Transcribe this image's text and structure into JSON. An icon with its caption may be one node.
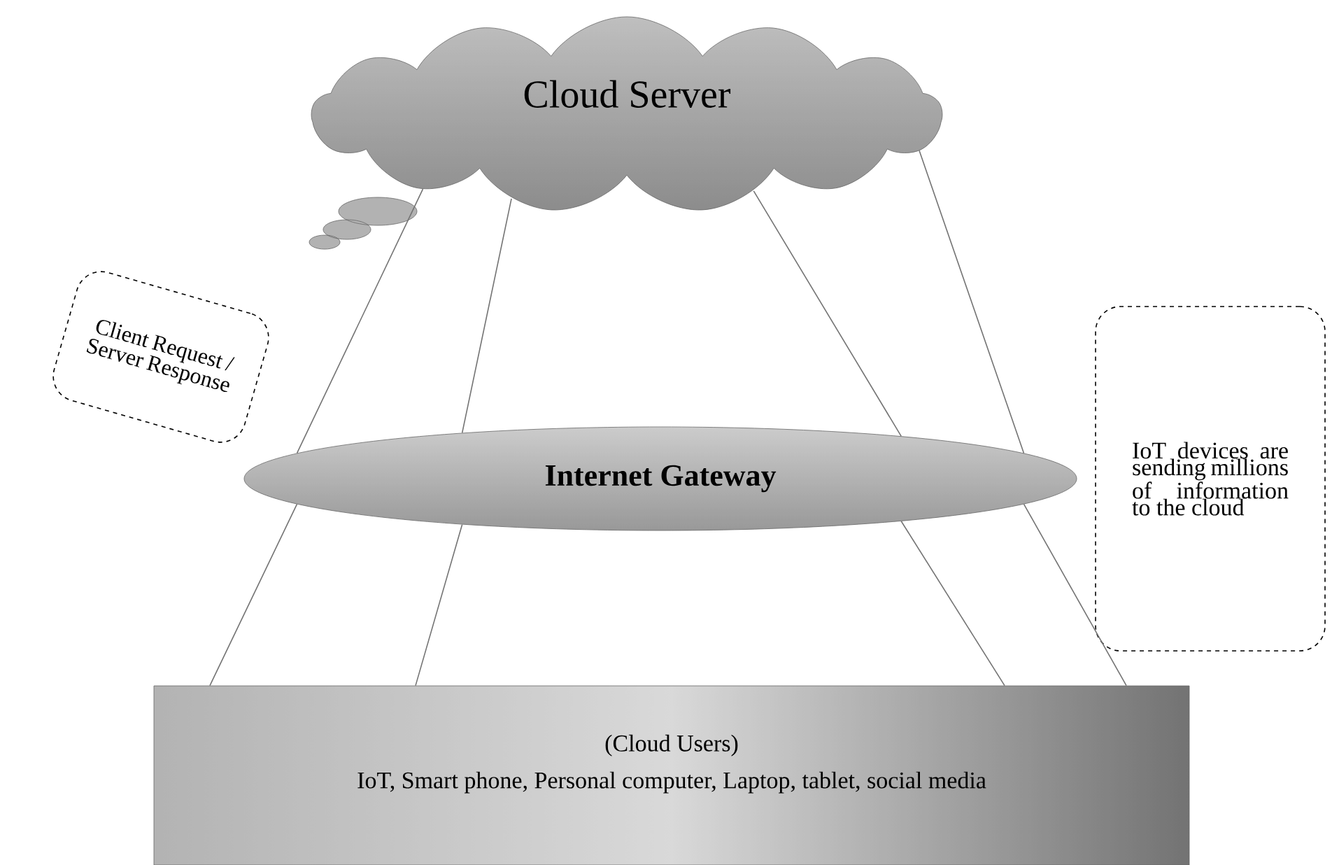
{
  "diagram": {
    "nodes": [
      {
        "text": [
          "Cloud Server"
        ]
      },
      {
        "text": [
          "Client Request / Server Response"
        ]
      },
      {
        "text": [
          "Internet Gateway"
        ]
      },
      {
        "text": [
          "IoT devices are sending millions of information to the cloud"
        ]
      },
      {
        "text": [
          "(Cloud Users)",
          "IoT, Smart phone, Personal computer, Laptop, tablet, social media"
        ]
      }
    ],
    "edges": [
      {
        "from": 0,
        "to": 2,
        "arrow": "none"
      },
      {
        "from": 0,
        "to": 2,
        "arrow": "none"
      },
      {
        "from": 0,
        "to": 2,
        "arrow": "none"
      },
      {
        "from": 0,
        "to": 2,
        "arrow": "none"
      },
      {
        "from": 2,
        "to": 4,
        "arrow": "none"
      },
      {
        "from": 2,
        "to": 4,
        "arrow": "none"
      },
      {
        "from": 2,
        "to": 4,
        "arrow": "none"
      },
      {
        "from": 2,
        "to": 4,
        "arrow": "none"
      }
    ]
  }
}
